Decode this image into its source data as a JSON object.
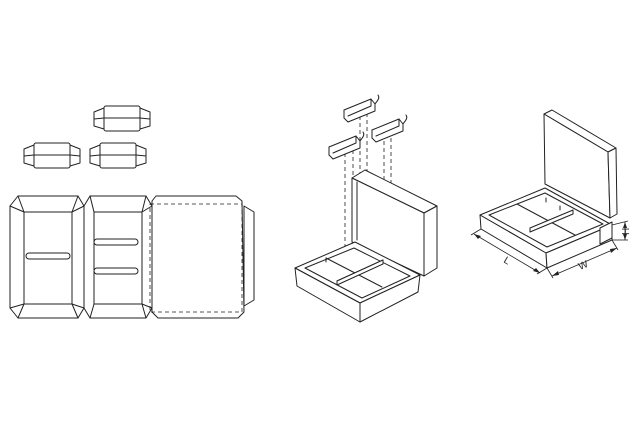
{
  "dimension_labels": {
    "length": "L",
    "width": "W",
    "height": "H"
  }
}
